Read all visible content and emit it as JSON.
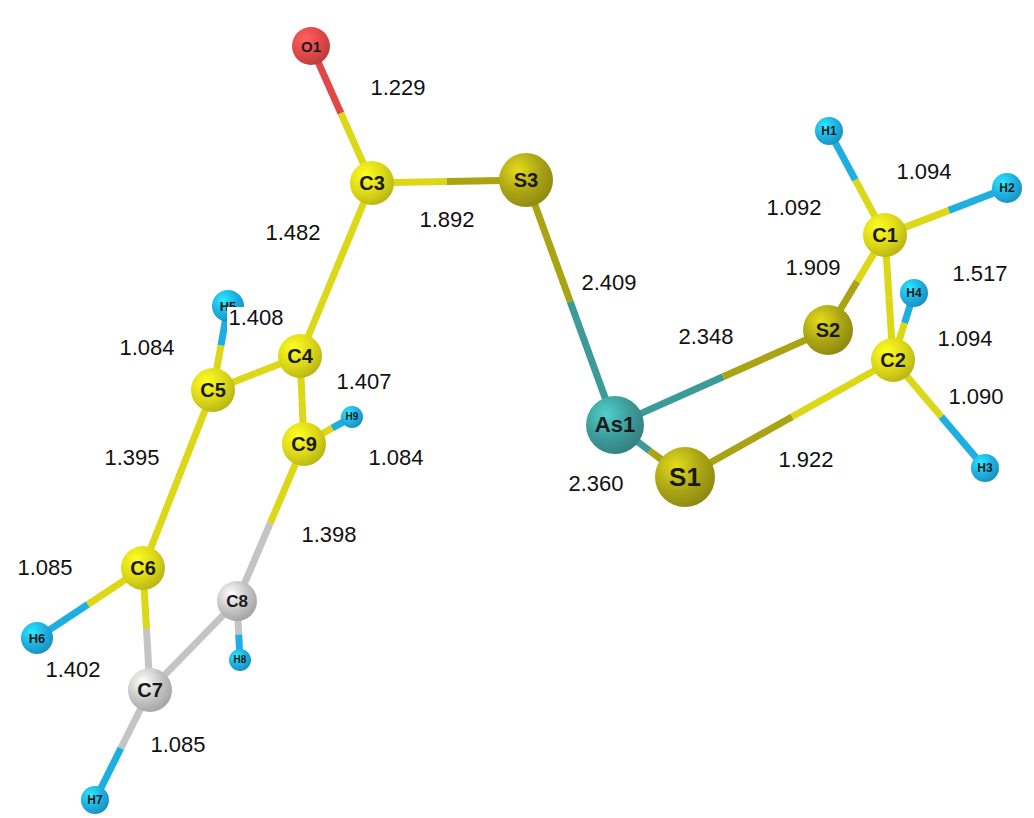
{
  "diagram": {
    "nodes": [
      {
        "text": [
          "O1"
        ]
      },
      {
        "text": [
          "C3"
        ]
      },
      {
        "text": [
          "S3"
        ]
      },
      {
        "text": [
          "H1"
        ]
      },
      {
        "text": [
          "H2"
        ]
      },
      {
        "text": [
          "C1"
        ]
      },
      {
        "text": [
          "H5"
        ]
      },
      {
        "text": [
          "C4"
        ]
      },
      {
        "text": [
          "S2"
        ]
      },
      {
        "text": [
          "H4"
        ]
      },
      {
        "text": [
          "C5"
        ]
      },
      {
        "text": [
          "H9"
        ]
      },
      {
        "text": [
          "C9"
        ]
      },
      {
        "text": [
          "C2"
        ]
      },
      {
        "text": [
          "As1"
        ]
      },
      {
        "text": [
          "S1"
        ]
      },
      {
        "text": [
          "H3"
        ]
      },
      {
        "text": [
          "C6"
        ]
      },
      {
        "text": [
          "C8"
        ]
      },
      {
        "text": [
          "H6"
        ]
      },
      {
        "text": [
          "H8"
        ]
      },
      {
        "text": [
          "C7"
        ]
      },
      {
        "text": [
          "H7"
        ]
      }
    ],
    "edges": [
      {
        "from": 0,
        "to": 1,
        "arrow": "none",
        "label": "1.229"
      },
      {
        "from": 1,
        "to": 2,
        "arrow": "none",
        "label": "1.892"
      },
      {
        "from": 1,
        "to": 7,
        "arrow": "none",
        "label": "1.482"
      },
      {
        "from": 2,
        "to": 14,
        "arrow": "none",
        "label": "2.409"
      },
      {
        "from": 14,
        "to": 8,
        "arrow": "none",
        "label": "2.348"
      },
      {
        "from": 14,
        "to": 15,
        "arrow": "none",
        "label": "2.360"
      },
      {
        "from": 15,
        "to": 13,
        "arrow": "none",
        "label": "1.922"
      },
      {
        "from": 8,
        "to": 5,
        "arrow": "none",
        "label": "1.909"
      },
      {
        "from": 5,
        "to": 3,
        "arrow": "none",
        "label": "1.092"
      },
      {
        "from": 5,
        "to": 4,
        "arrow": "none",
        "label": "1.094"
      },
      {
        "from": 5,
        "to": 13,
        "arrow": "none",
        "label": "1.517"
      },
      {
        "from": 13,
        "to": 9,
        "arrow": "none",
        "label": "1.094"
      },
      {
        "from": 13,
        "to": 16,
        "arrow": "none",
        "label": "1.090"
      },
      {
        "from": 7,
        "to": 10,
        "arrow": "none",
        "label": "1.408"
      },
      {
        "from": 10,
        "to": 6,
        "arrow": "none",
        "label": "1.084"
      },
      {
        "from": 7,
        "to": 12,
        "arrow": "none",
        "label": "1.407"
      },
      {
        "from": 12,
        "to": 11,
        "arrow": "none",
        "label": "1.084"
      },
      {
        "from": 10,
        "to": 17,
        "arrow": "none",
        "label": "1.395"
      },
      {
        "from": 12,
        "to": 18,
        "arrow": "none",
        "label": "1.398"
      },
      {
        "from": 17,
        "to": 19,
        "arrow": "none",
        "label": "1.085"
      },
      {
        "from": 17,
        "to": 21,
        "arrow": "none",
        "label": "1.402"
      },
      {
        "from": 21,
        "to": 22,
        "arrow": "none",
        "label": "1.085"
      },
      {
        "from": 21,
        "to": 18,
        "arrow": "none"
      },
      {
        "from": 18,
        "to": 20,
        "arrow": "none"
      }
    ]
  }
}
